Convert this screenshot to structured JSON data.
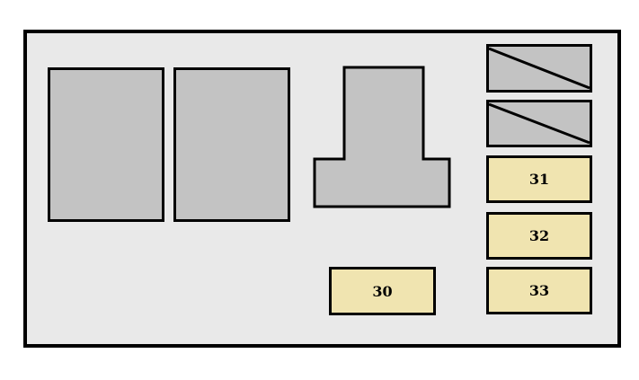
{
  "diagram": {
    "colors": {
      "panel": "#e9e9e9",
      "component": "#c3c3c3",
      "fuse": "#f0e4b0",
      "outline": "#000000"
    },
    "fuses": [
      {
        "label": "30"
      },
      {
        "label": "31"
      },
      {
        "label": "32"
      },
      {
        "label": "33"
      }
    ]
  }
}
